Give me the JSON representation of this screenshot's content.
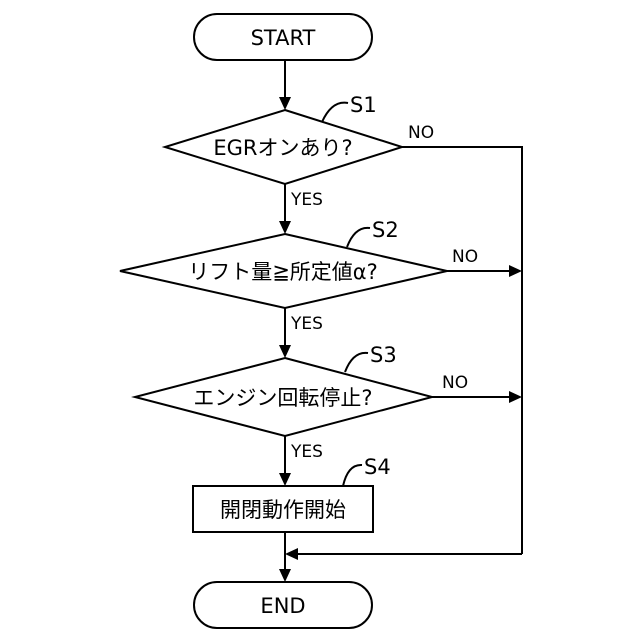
{
  "flowchart": {
    "start": "START",
    "end": "END",
    "steps": [
      {
        "id": "S1",
        "type": "decision",
        "text": "EGRオンあり?",
        "yes": "YES",
        "no": "NO"
      },
      {
        "id": "S2",
        "type": "decision",
        "text": "リフト量≧所定値α?",
        "yes": "YES",
        "no": "NO"
      },
      {
        "id": "S3",
        "type": "decision",
        "text": "エンジン回転停止?",
        "yes": "YES",
        "no": "NO"
      },
      {
        "id": "S4",
        "type": "process",
        "text": "開閉動作開始"
      }
    ]
  }
}
